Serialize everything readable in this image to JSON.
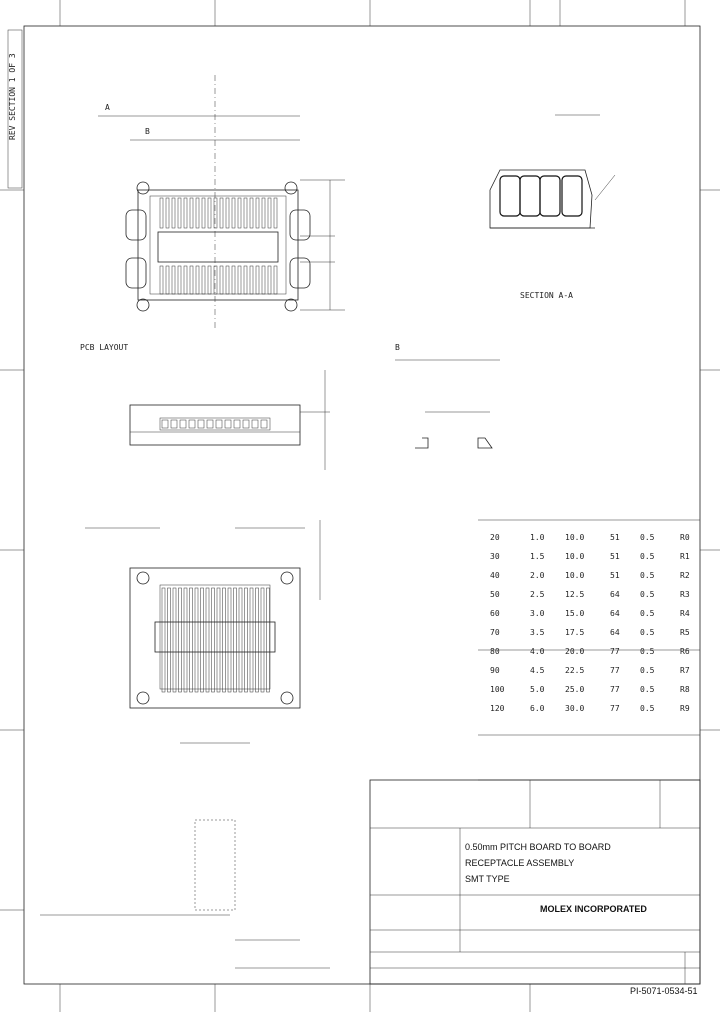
{
  "drawing": {
    "doc_number": "PI-5071-0534-51",
    "section_label": "SECTION A-A",
    "company": "MOLEX INCORPORATED",
    "dimension_labels": {
      "overall_width": "A",
      "pitch": "B",
      "detail_a": "A-A",
      "detail_b": "B"
    },
    "notes_left": "PCB LAYOUT",
    "table_rows": [
      [
        "20",
        "1.0",
        "10.0",
        "51",
        "0.5",
        "R0"
      ],
      [
        "30",
        "1.5",
        "10.0",
        "51",
        "0.5",
        "R1"
      ],
      [
        "40",
        "2.0",
        "10.0",
        "51",
        "0.5",
        "R2"
      ],
      [
        "50",
        "2.5",
        "12.5",
        "64",
        "0.5",
        "R3"
      ],
      [
        "60",
        "3.0",
        "15.0",
        "64",
        "0.5",
        "R4"
      ],
      [
        "70",
        "3.5",
        "17.5",
        "64",
        "0.5",
        "R5"
      ],
      [
        "80",
        "4.0",
        "20.0",
        "77",
        "0.5",
        "R6"
      ],
      [
        "90",
        "4.5",
        "22.5",
        "77",
        "0.5",
        "R7"
      ],
      [
        "100",
        "5.0",
        "25.0",
        "77",
        "0.5",
        "R8"
      ],
      [
        "120",
        "6.0",
        "30.0",
        "77",
        "0.5",
        "R9"
      ]
    ],
    "title_block": {
      "title": "MOLEX INCORPORATED",
      "row1": "0.50mm PITCH BOARD TO BOARD",
      "row2": "RECEPTACLE ASSEMBLY",
      "row3": "SMT TYPE"
    }
  }
}
